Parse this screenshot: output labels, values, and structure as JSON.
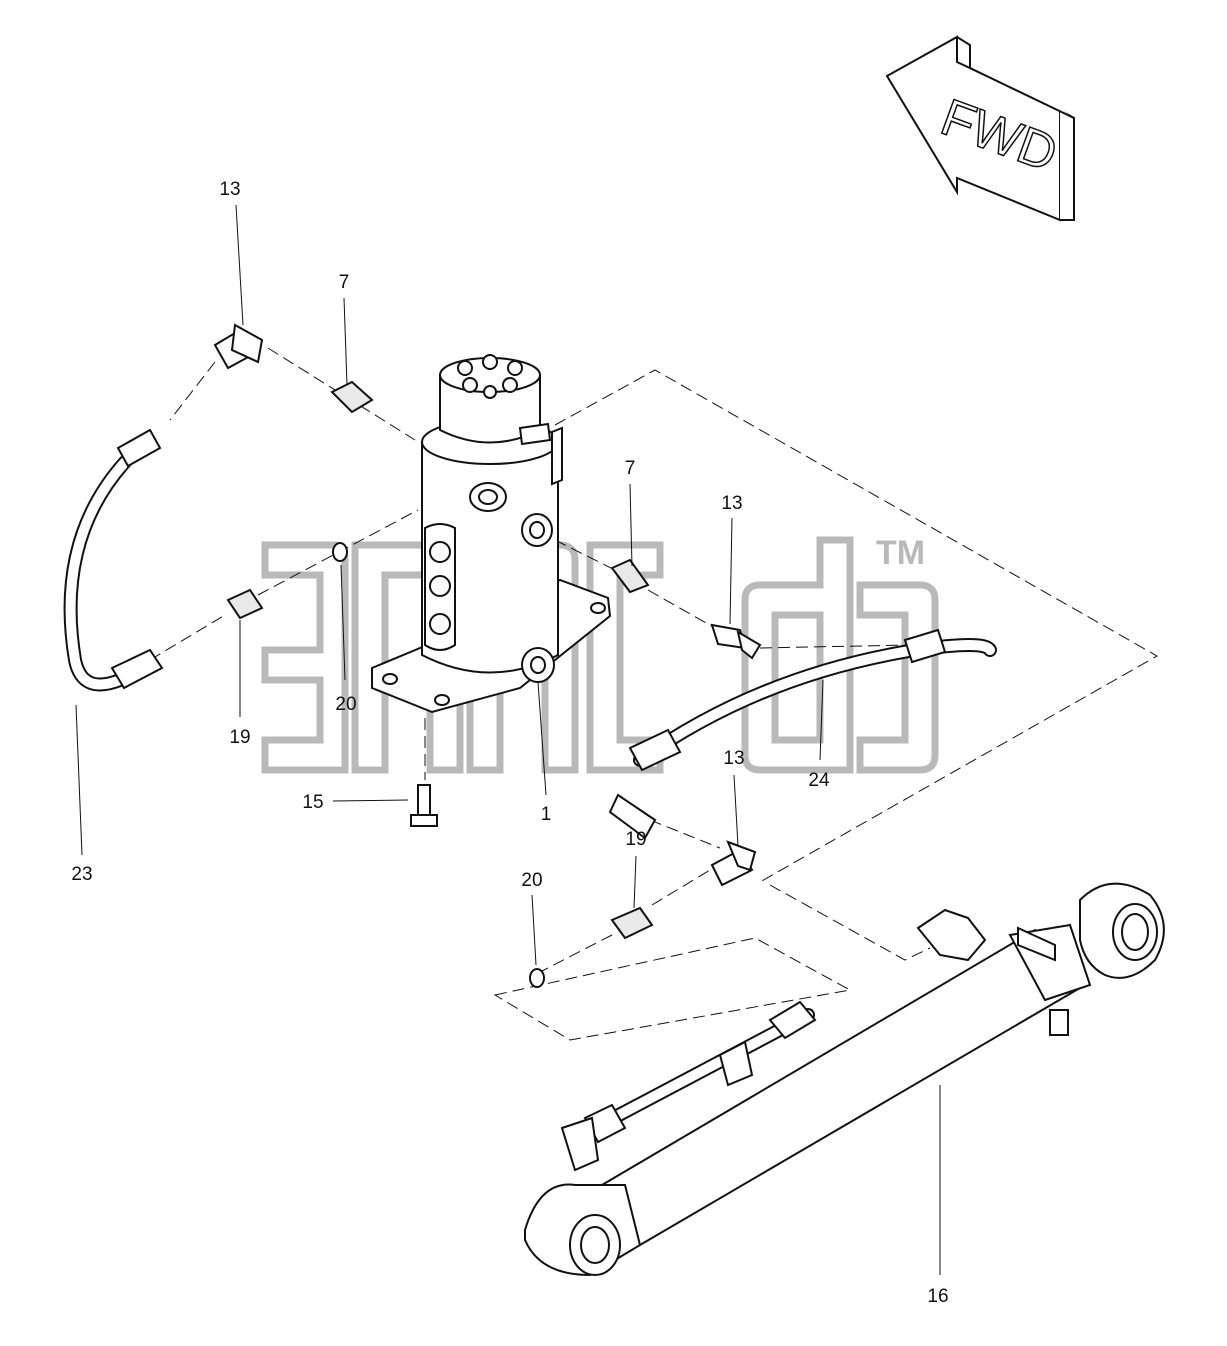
{
  "diagram": {
    "direction_arrow": {
      "text": "FWD"
    },
    "watermark": {
      "text": "TM"
    },
    "callouts": [
      {
        "id": "callout-13-top",
        "label": "13"
      },
      {
        "id": "callout-7-top",
        "label": "7"
      },
      {
        "id": "callout-7-mid",
        "label": "7"
      },
      {
        "id": "callout-13-mid",
        "label": "13"
      },
      {
        "id": "callout-20-upper",
        "label": "20"
      },
      {
        "id": "callout-19-left",
        "label": "19"
      },
      {
        "id": "callout-15",
        "label": "15"
      },
      {
        "id": "callout-1",
        "label": "1"
      },
      {
        "id": "callout-23",
        "label": "23"
      },
      {
        "id": "callout-24",
        "label": "24"
      },
      {
        "id": "callout-13-lower",
        "label": "13"
      },
      {
        "id": "callout-19-lower",
        "label": "19"
      },
      {
        "id": "callout-20-lower",
        "label": "20"
      },
      {
        "id": "callout-16",
        "label": "16"
      }
    ],
    "colors": {
      "line": "#111111",
      "watermark": "#b9b9b9",
      "background": "#ffffff"
    }
  }
}
